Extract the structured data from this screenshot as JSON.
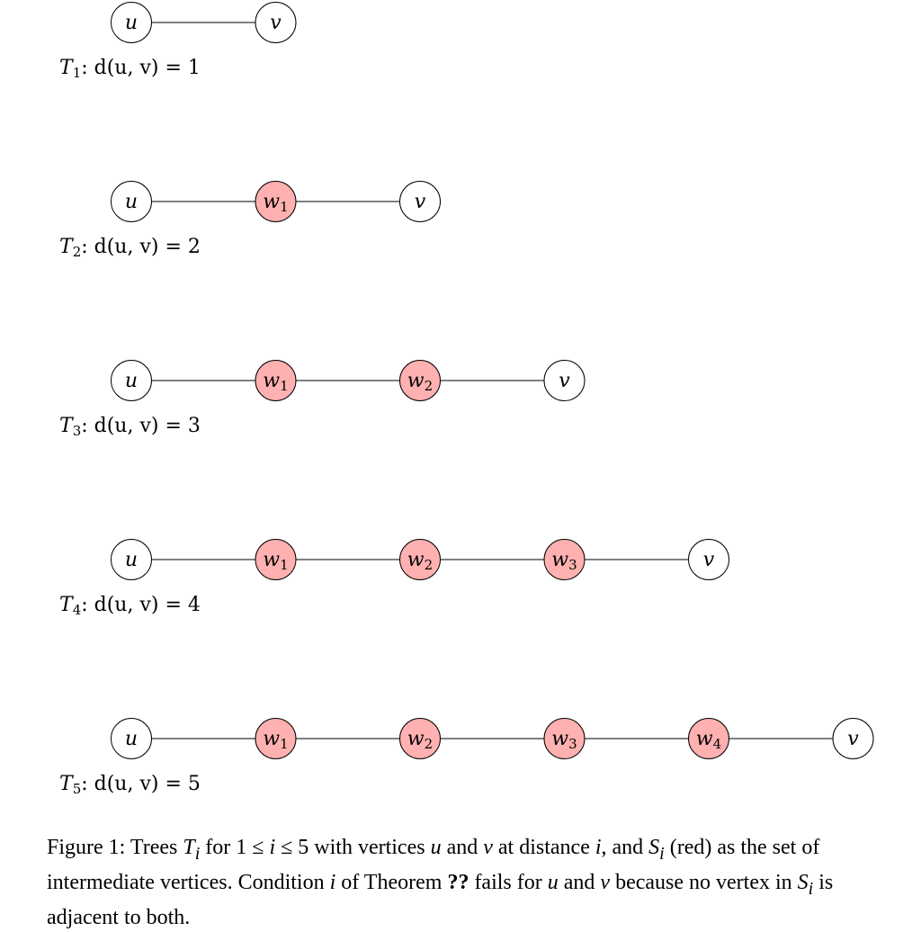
{
  "trees": [
    {
      "id": "T1",
      "caption": {
        "symbol": "T",
        "index": "1",
        "text": ": d(u, v) = 1"
      },
      "nodes": [
        {
          "main": "u",
          "sub": "",
          "type": "endpoint"
        },
        {
          "main": "v",
          "sub": "",
          "type": "endpoint"
        }
      ]
    },
    {
      "id": "T2",
      "caption": {
        "symbol": "T",
        "index": "2",
        "text": ": d(u, v) = 2"
      },
      "nodes": [
        {
          "main": "u",
          "sub": "",
          "type": "endpoint"
        },
        {
          "main": "w",
          "sub": "1",
          "type": "intermediate"
        },
        {
          "main": "v",
          "sub": "",
          "type": "endpoint"
        }
      ]
    },
    {
      "id": "T3",
      "caption": {
        "symbol": "T",
        "index": "3",
        "text": ": d(u, v) = 3"
      },
      "nodes": [
        {
          "main": "u",
          "sub": "",
          "type": "endpoint"
        },
        {
          "main": "w",
          "sub": "1",
          "type": "intermediate"
        },
        {
          "main": "w",
          "sub": "2",
          "type": "intermediate"
        },
        {
          "main": "v",
          "sub": "",
          "type": "endpoint"
        }
      ]
    },
    {
      "id": "T4",
      "caption": {
        "symbol": "T",
        "index": "4",
        "text": ": d(u, v) = 4"
      },
      "nodes": [
        {
          "main": "u",
          "sub": "",
          "type": "endpoint"
        },
        {
          "main": "w",
          "sub": "1",
          "type": "intermediate"
        },
        {
          "main": "w",
          "sub": "2",
          "type": "intermediate"
        },
        {
          "main": "w",
          "sub": "3",
          "type": "intermediate"
        },
        {
          "main": "v",
          "sub": "",
          "type": "endpoint"
        }
      ]
    },
    {
      "id": "T5",
      "caption": {
        "symbol": "T",
        "index": "5",
        "text": ": d(u, v) = 5"
      },
      "nodes": [
        {
          "main": "u",
          "sub": "",
          "type": "endpoint"
        },
        {
          "main": "w",
          "sub": "1",
          "type": "intermediate"
        },
        {
          "main": "w",
          "sub": "2",
          "type": "intermediate"
        },
        {
          "main": "w",
          "sub": "3",
          "type": "intermediate"
        },
        {
          "main": "w",
          "sub": "4",
          "type": "intermediate"
        },
        {
          "main": "v",
          "sub": "",
          "type": "endpoint"
        }
      ]
    }
  ],
  "colors": {
    "endpoint_fill": "#ffffff",
    "intermediate_fill": "#ffb0b0",
    "stroke": "#000000"
  },
  "figure_caption": {
    "part1": "Figure 1: Trees ",
    "T": "T",
    "T_sub": "i",
    "part2": " for 1 ≤ ",
    "i1": "i",
    "part3": " ≤ 5 with vertices ",
    "u1": "u",
    "part4": " and ",
    "v1": "v",
    "part5": " at distance ",
    "i2": "i",
    "part6": ", and ",
    "S1": "S",
    "S1_sub": "i",
    "part7": " (red) as the set of intermediate vertices. Condition ",
    "i3": "i",
    "part8": " of Theorem ",
    "ref": "??",
    "part9": " fails for ",
    "u2": "u",
    "part10": " and ",
    "v2": "v",
    "part11": " because no vertex in ",
    "S2": "S",
    "S2_sub": "i",
    "part12": " is adjacent to both."
  }
}
